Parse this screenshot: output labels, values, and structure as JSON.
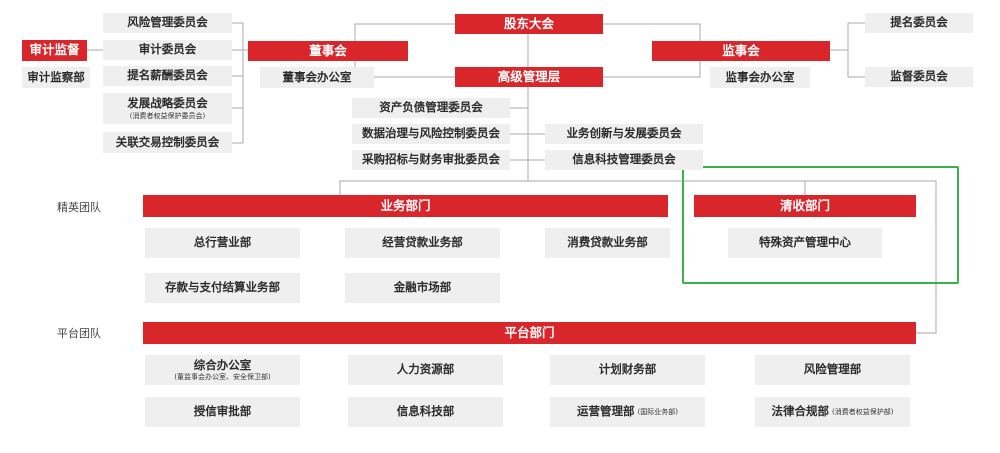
{
  "top": {
    "shareholders": "股东大会",
    "board": "董事会",
    "supervisors": "监事会",
    "senior_mgmt": "高级管理层",
    "audit_supervision": "审计监督",
    "audit_supervision_dept": "审计监察部",
    "board_office": "董事会办公室",
    "supervisors_office": "监事会办公室"
  },
  "board_committees": {
    "risk": "风险管理委员会",
    "audit": "审计委员会",
    "nomination_comp": "提名薪酬委员会",
    "strategy": "发展战略委员会",
    "strategy_note": "(消费者权益保护委员会)",
    "related_trans": "关联交易控制委员会"
  },
  "supervisor_committees": {
    "nomination": "提名委员会",
    "supervision": "监督委员会"
  },
  "mgmt_committees": {
    "alm": "资产负债管理委员会",
    "data_risk": "数据治理与风险控制委员会",
    "procurement": "采购招标与财务审批委员会",
    "innovation": "业务创新与发展委员会",
    "it": "信息科技管理委员会"
  },
  "labels": {
    "elite_team": "精英团队",
    "platform_team": "平台团队"
  },
  "business": {
    "header": "业务部门",
    "head_office": "总行营业部",
    "operating_loans": "经营贷款业务部",
    "consumer_loans": "消费贷款业务部",
    "deposits_payment": "存款与支付结算业务部",
    "financial_markets": "金融市场部"
  },
  "collection": {
    "header": "清收部门",
    "special_assets": "特殊资产管理中心"
  },
  "platform": {
    "header": "平台部门",
    "general_office": "综合办公室",
    "general_office_note": "(董监事会办公室、安全保卫部)",
    "hr": "人力资源部",
    "planning_finance": "计划财务部",
    "risk_mgmt": "风险管理部",
    "credit_approval": "授信审批部",
    "it": "信息科技部",
    "operations": "运营管理部",
    "operations_note": "(国际业务部)",
    "legal": "法律合规部",
    "legal_note": "(消费者权益保护部)"
  },
  "colors": {
    "primary_red": "#d8262b",
    "box_gray": "#efefef",
    "highlight_green": "#37b24d",
    "line_gray": "#aaaaaa"
  }
}
